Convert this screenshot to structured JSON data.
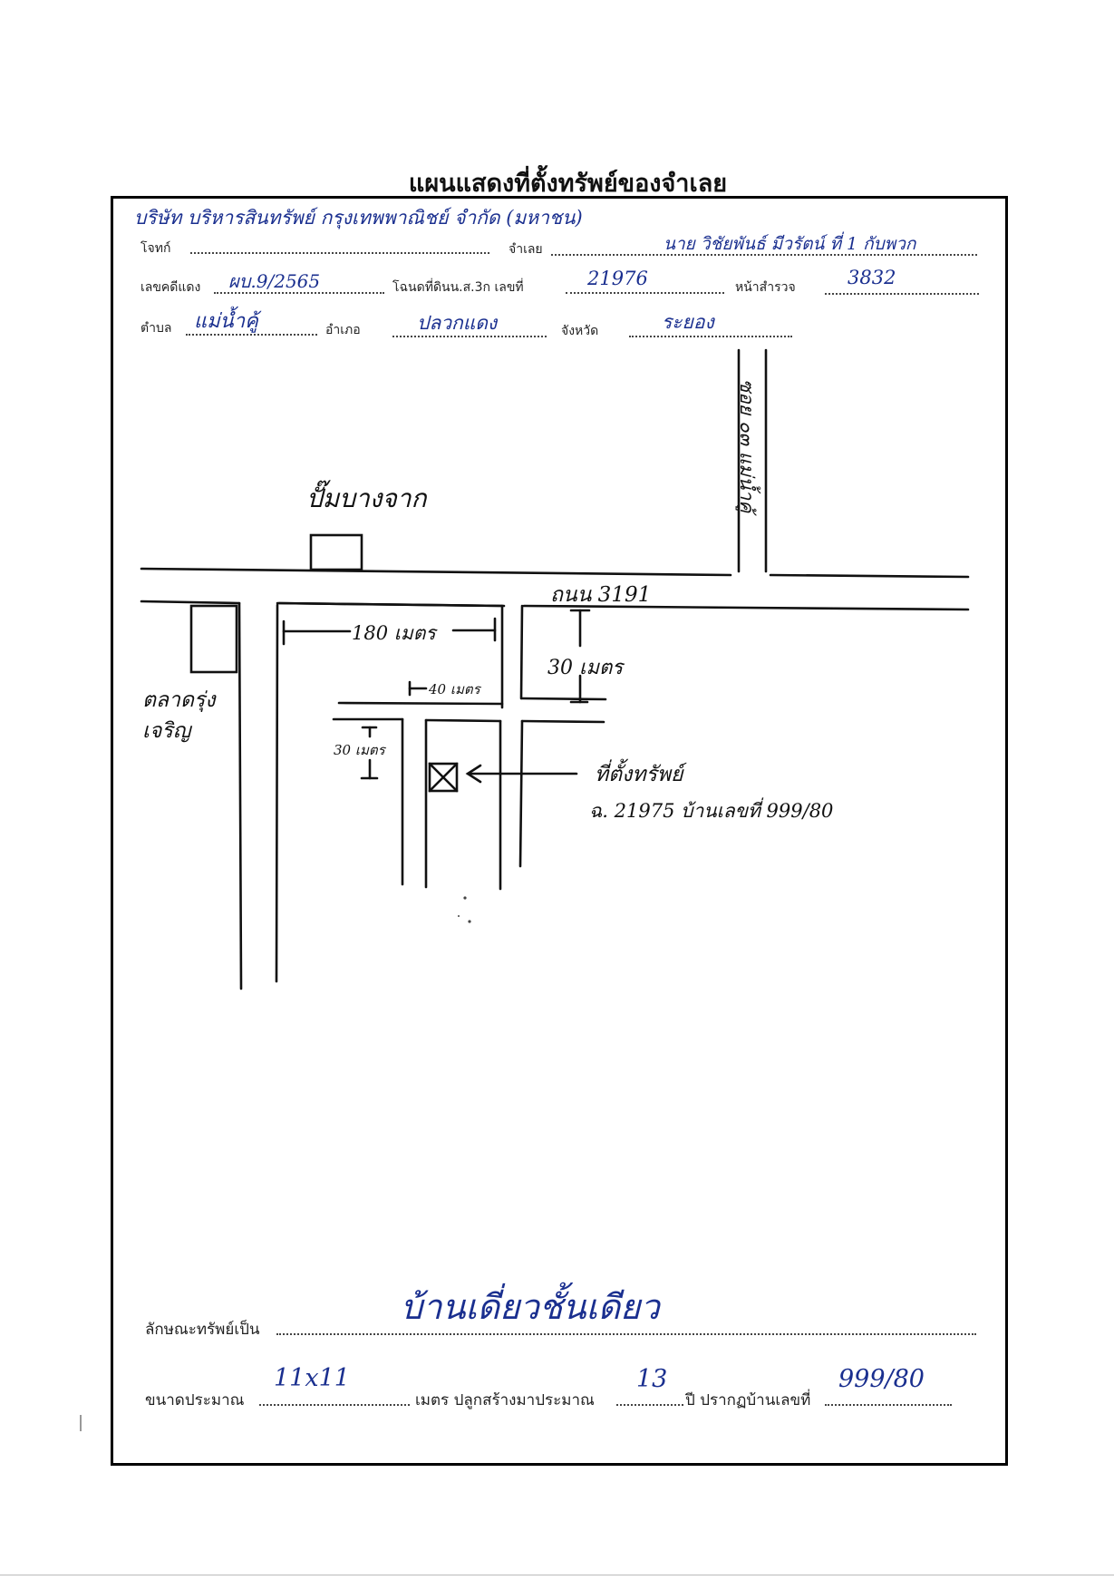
{
  "form": {
    "title": "แผนแสดงที่ตั้งทรัพย์ของจำเลย",
    "labels": {
      "plaintiff": "โจทก์",
      "defendant": "จำเลย",
      "case_no": "เลขคดีแดง",
      "deed": "โฉนดที่ดินน.ส.3ก เลขที่",
      "survey_page": "หน้าสำรวจ",
      "subdistrict": "ตำบล",
      "district": "อำเภอ",
      "province": "จังหวัด",
      "property_type": "ลักษณะทรัพย์เป็น",
      "size": "ขนาดประมาณ",
      "size_unit": "เมตร ปลูกสร้างมาประมาณ",
      "year_unit": "ปี ปรากฏบ้านเลขที่"
    }
  },
  "handwritten": {
    "plaintiff": "บริษัท บริหารสินทรัพย์ กรุงเทพพาณิชย์ จำกัด (มหาชน)",
    "defendant": "นาย วิชัยพันธ์ มีวรัตน์ ที่ 1 กับพวก",
    "case_no": "ผบ.9/2565",
    "deed": "21976",
    "survey_page": "3832",
    "subdistrict": "แม่น้ำคู้",
    "district": "ปลวกแดง",
    "province": "ระยอง",
    "property_type": "บ้านเดี่ยวชั้นเดียว",
    "size": "11x11",
    "years": "13",
    "house_no": "999/80"
  },
  "map": {
    "gas_station": "ปั๊มบางจาก",
    "road_vertical": "ซอย ๐๓ แม่น้ำคู้",
    "road_main": "ถนน 3191",
    "market": "ตลาดรุ่งเจริญ",
    "dim_180": "180 เมตร",
    "dim_30a": "30 เมตร",
    "dim_40": "40 เมตร",
    "dim_30b": "30 เมตร",
    "property_label": "ที่ตั้งทรัพย์",
    "property_detail": "ฉ. 21975 บ้านเลขที่ 999/80"
  }
}
